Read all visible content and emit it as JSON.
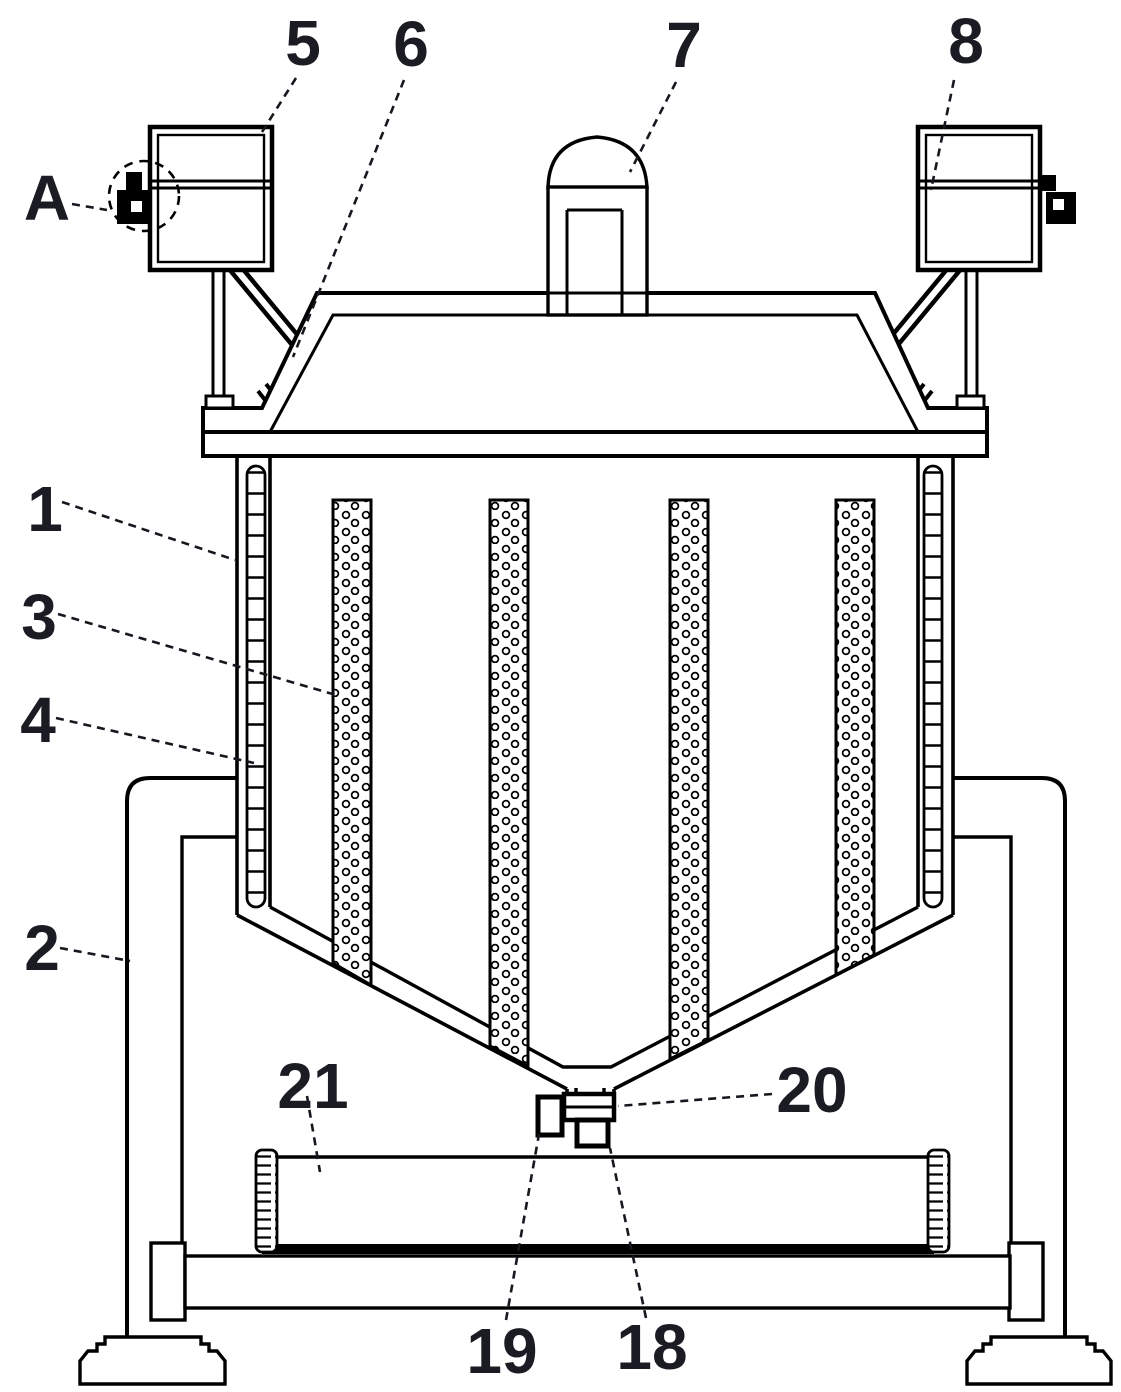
{
  "figure": {
    "kind": "patent-technical-drawing",
    "background": "#ffffff",
    "line_color": "#000000",
    "label_color": "#1b1b24",
    "labels": {
      "n1": "1",
      "n2": "2",
      "n3": "3",
      "n4": "4",
      "n5": "5",
      "n6": "6",
      "n7": "7",
      "n8": "8",
      "n18": "18",
      "n19": "19",
      "n20": "20",
      "n21": "21",
      "A": "A"
    }
  }
}
